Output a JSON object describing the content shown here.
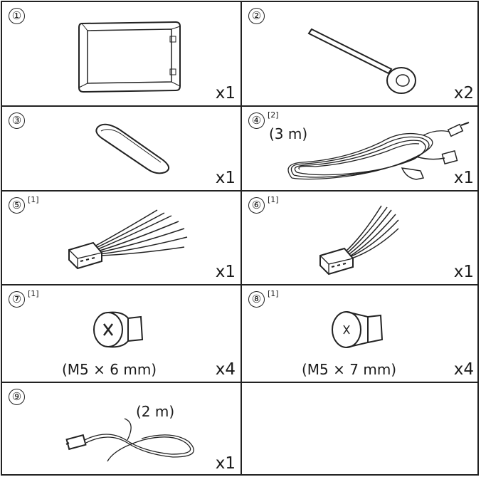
{
  "items": [
    {
      "number": "①",
      "note": "",
      "caption": "",
      "quantity": "x1",
      "icon": "frame-icon"
    },
    {
      "number": "②",
      "note": "",
      "caption": "",
      "quantity": "x2",
      "icon": "extraction-key-icon"
    },
    {
      "number": "③",
      "note": "",
      "caption": "",
      "quantity": "x1",
      "icon": "pad-icon"
    },
    {
      "number": "④",
      "note": "[2]",
      "caption": "(3 m)",
      "quantity": "x1",
      "icon": "microphone-cable-icon"
    },
    {
      "number": "⑤",
      "note": "[1]",
      "caption": "",
      "quantity": "x1",
      "icon": "wiring-harness-icon"
    },
    {
      "number": "⑥",
      "note": "[1]",
      "caption": "",
      "quantity": "x1",
      "icon": "wiring-harness-icon"
    },
    {
      "number": "⑦",
      "note": "[1]",
      "caption": "(M5 × 6 mm)",
      "quantity": "x4",
      "icon": "screw-icon"
    },
    {
      "number": "⑧",
      "note": "[1]",
      "caption": "(M5 × 7 mm)",
      "quantity": "x4",
      "icon": "screw-icon"
    },
    {
      "number": "⑨",
      "note": "",
      "caption": "(2 m)",
      "quantity": "x1",
      "icon": "extension-cable-icon"
    }
  ]
}
